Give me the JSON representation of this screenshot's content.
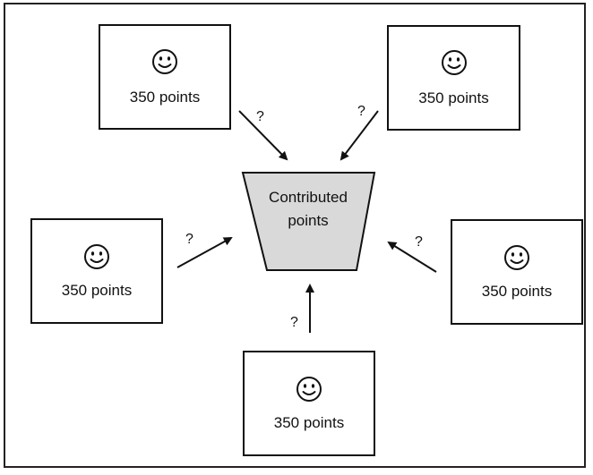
{
  "pool": {
    "label_line1": "Contributed",
    "label_line2": "points",
    "fill": "#d9d9d9"
  },
  "players": [
    {
      "label": "350 points",
      "icon": "smiley-face-icon"
    },
    {
      "label": "350 points",
      "icon": "smiley-face-icon"
    },
    {
      "label": "350 points",
      "icon": "smiley-face-icon"
    },
    {
      "label": "350 points",
      "icon": "smiley-face-icon"
    },
    {
      "label": "350 points",
      "icon": "smiley-face-icon"
    }
  ],
  "contribution_marks": [
    "?",
    "?",
    "?",
    "?",
    "?"
  ]
}
